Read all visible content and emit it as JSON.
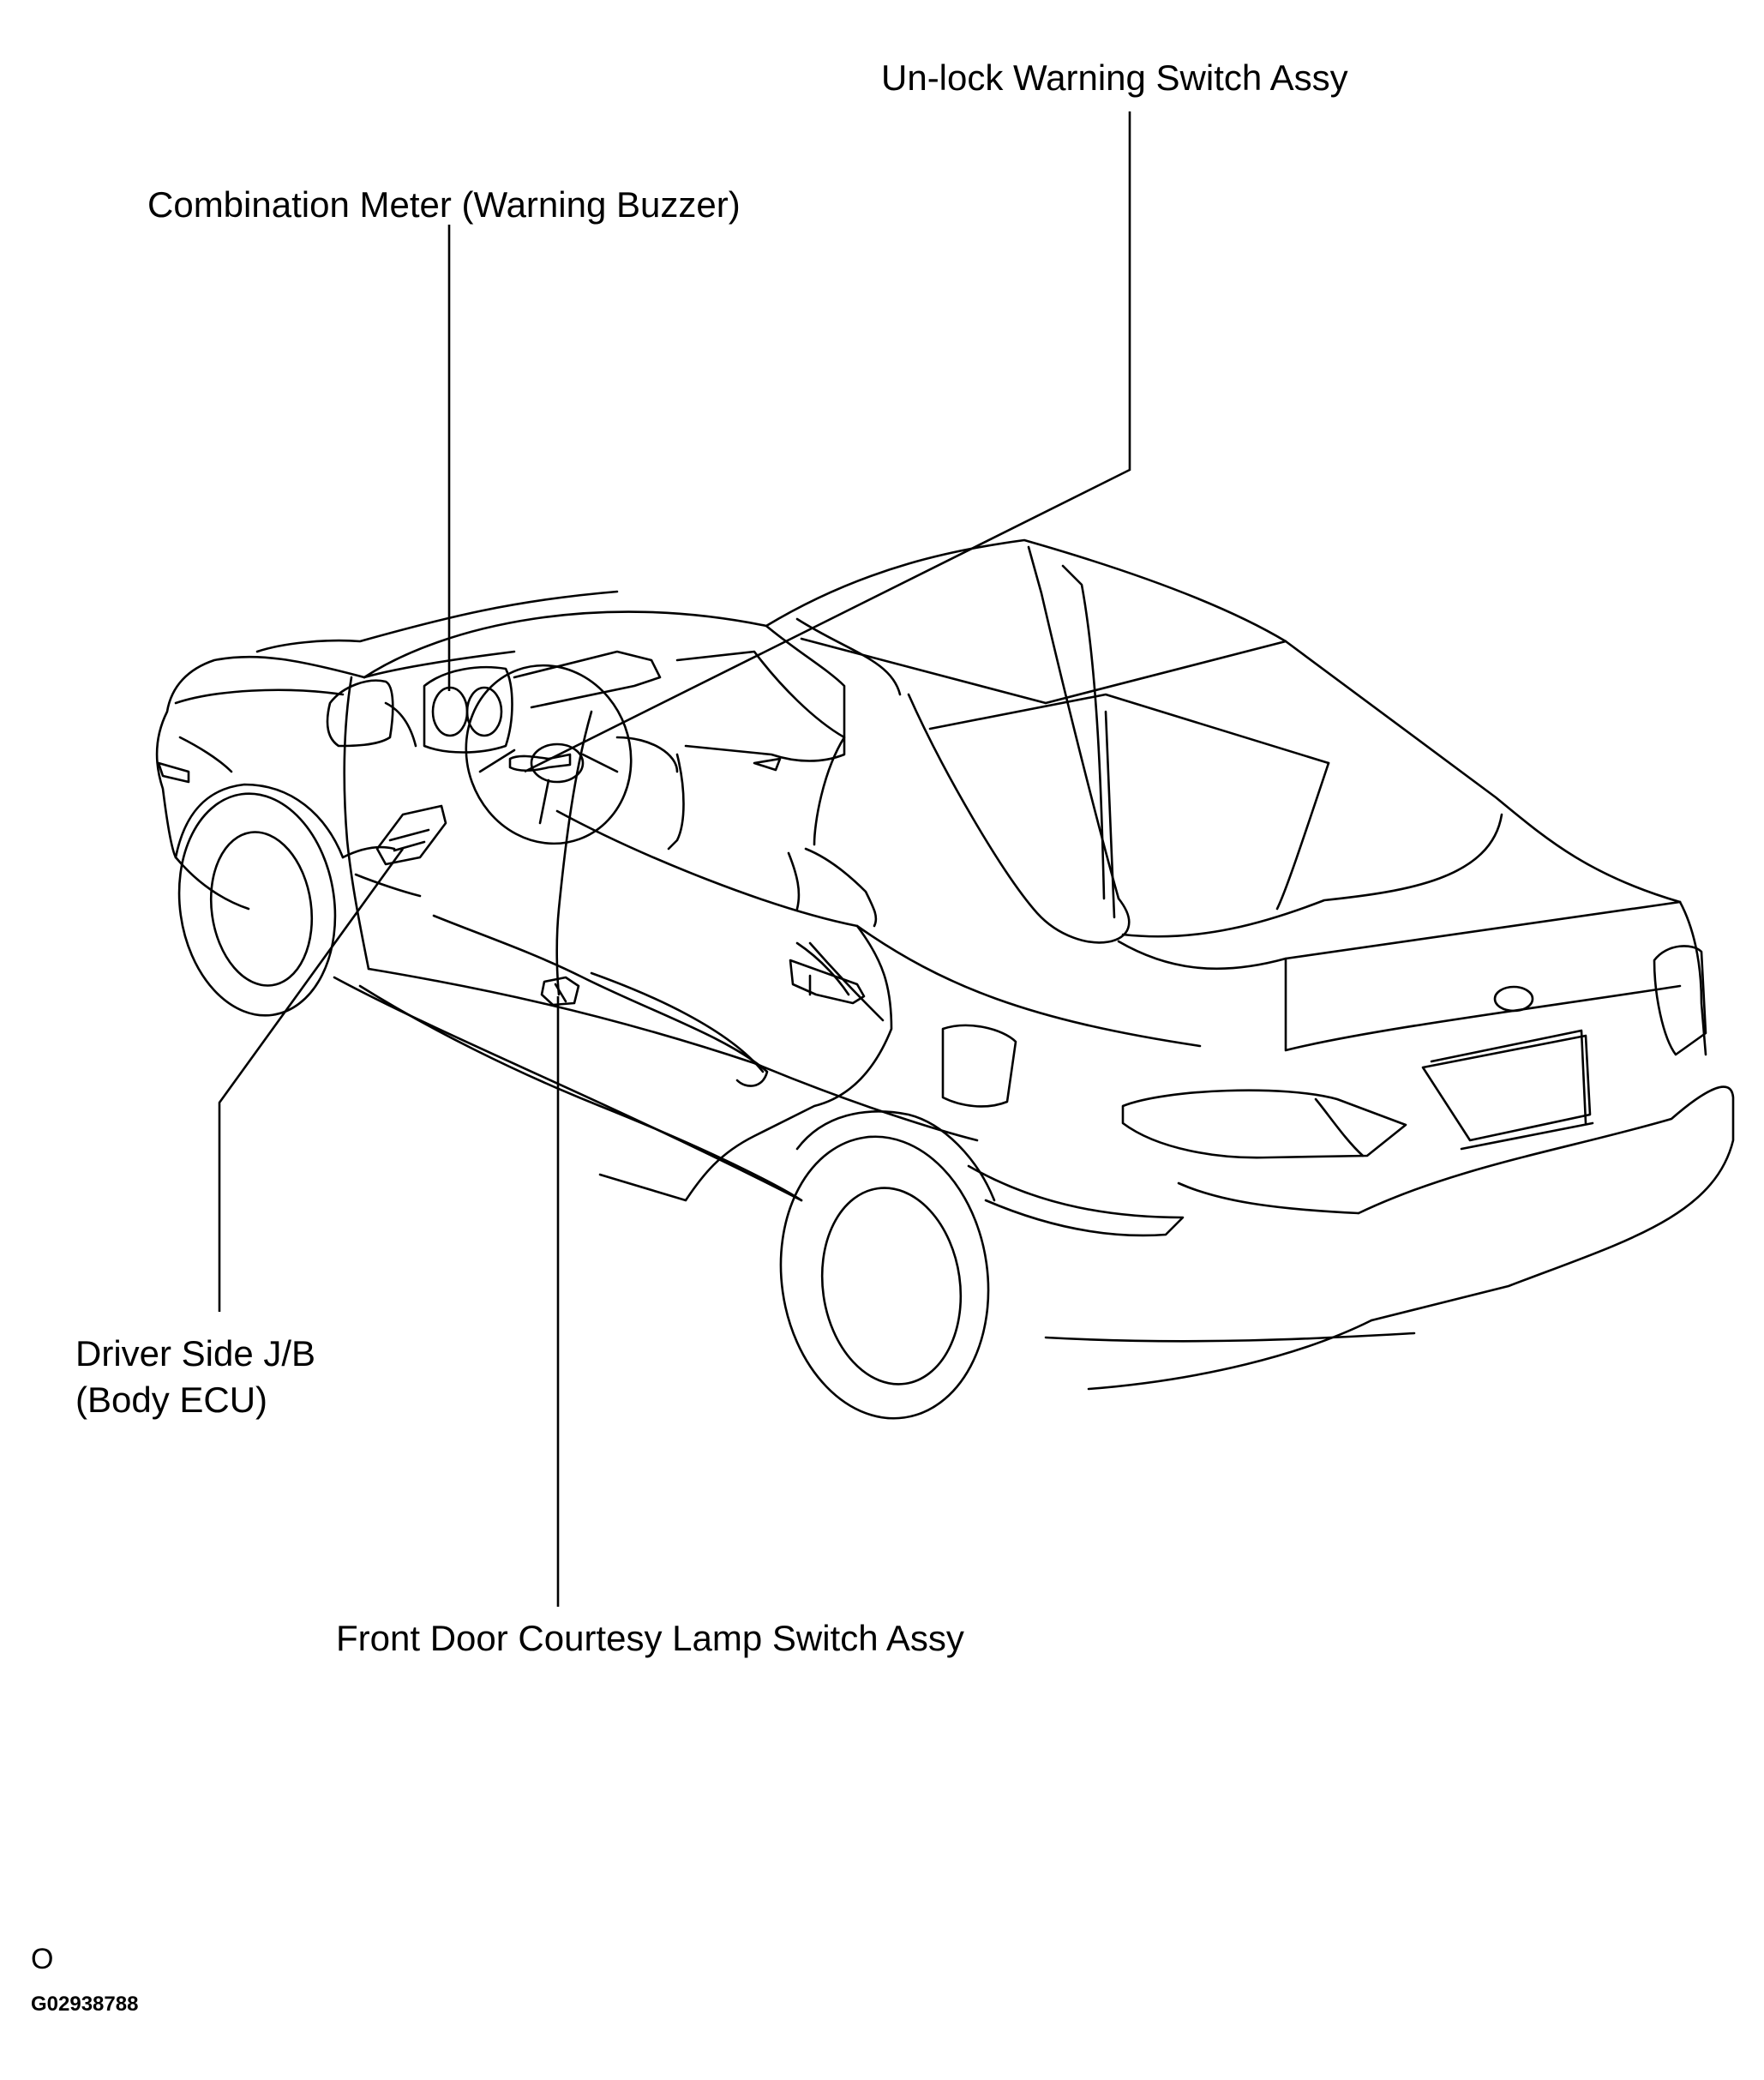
{
  "labels": {
    "unlock_switch": "Un-lock  Warning Switch Assy",
    "combination_meter": "Combination Meter (Warning Buzzer)",
    "driver_jb_line1": "Driver Side J/B",
    "driver_jb_line2": "(Body ECU)",
    "courtesy_switch": "Front Door Courtesy Lamp Switch Assy"
  },
  "footer": {
    "mark": "O",
    "figure_id": "G02938788"
  },
  "colors": {
    "line": "#000000",
    "background": "#ffffff"
  }
}
